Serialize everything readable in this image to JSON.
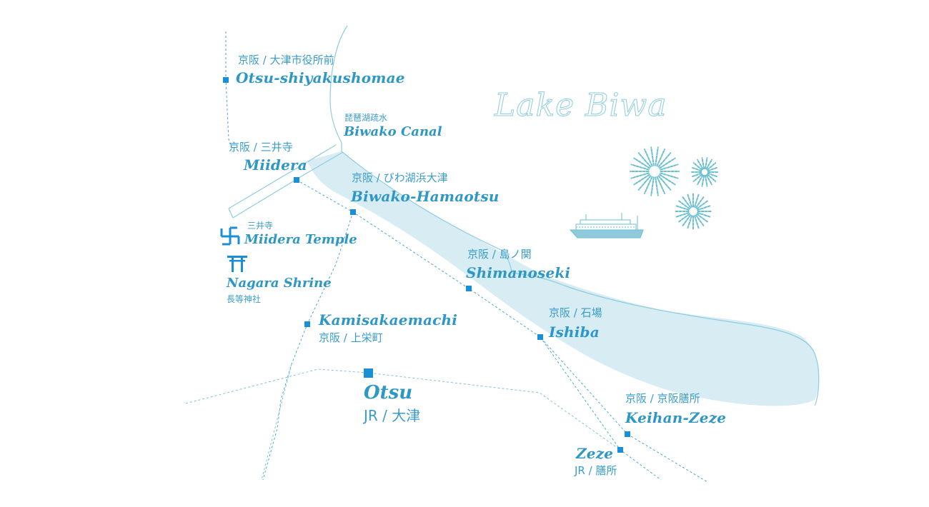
{
  "map": {
    "lake_name": "Lake Biwa",
    "colors": {
      "water": "#d8ecf3",
      "shore": "#8ccde0",
      "line": "#4aa7d3",
      "station": "#1b8fd6",
      "text": "#2f97c5",
      "firework": "#6bbfd0"
    },
    "stations": {
      "otsu_shiyakushomae": {
        "jp": "京阪 / 大津市役所前",
        "en": "Otsu-shiyakushomae"
      },
      "miidera": {
        "jp": "京阪 / 三井寺",
        "en": "Miidera"
      },
      "biwako_hamaotsu": {
        "jp": "京阪 / びわ湖浜大津",
        "en": "Biwako-Hamaotsu"
      },
      "shimanoseki": {
        "jp": "京阪 / 島ノ関",
        "en": "Shimanoseki"
      },
      "ishiba": {
        "jp": "京阪 / 石場",
        "en": "Ishiba"
      },
      "kamisakaemachi": {
        "en": "Kamisakaemachi",
        "jp": "京阪 / 上栄町"
      },
      "otsu": {
        "en": "Otsu",
        "jp": "JR  / 大津"
      },
      "keihan_zeze": {
        "jp": "京阪 / 京阪膳所",
        "en": "Keihan-Zeze"
      },
      "zeze": {
        "en": "Zeze",
        "jp": "JR  / 膳所"
      }
    },
    "landmarks": {
      "biwako_canal": {
        "jp": "琵琶湖疏水",
        "en": "Biwako Canal"
      },
      "miidera_temple": {
        "jp": "三井寺",
        "en": "Miidera Temple",
        "icon": "temple-manji-icon"
      },
      "nagara_shrine": {
        "en": "Nagara Shrine",
        "jp": "長等神社",
        "icon": "torii-shrine-icon"
      }
    },
    "decorations": [
      "fireworks-icon",
      "sightseeing-boat-icon"
    ]
  }
}
